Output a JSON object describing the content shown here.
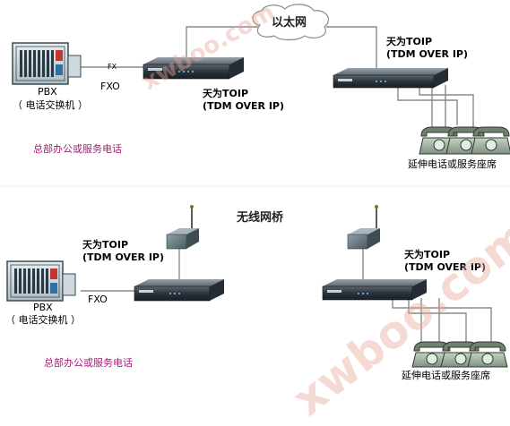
{
  "cloud_label": "以太网",
  "bridge_label": "无线网桥",
  "top": {
    "pbx_label": "PBX",
    "pbx_sub": "（ 电话交换机 ）",
    "fxo_label": "FXO",
    "fxo_small": "FX",
    "device_left_line1": "天为TOIP",
    "device_left_line2": "(TDM OVER IP)",
    "device_right_line1": "天为TOIP",
    "device_right_line2": "(TDM OVER IP)",
    "hq_label": "总部办公或服务电话",
    "ext_label": "延伸电话或服务座席"
  },
  "bottom": {
    "pbx_label": "PBX",
    "pbx_sub": "（ 电话交换机 ）",
    "fxo_label": "FXO",
    "device_left_line1": "天为TOIP",
    "device_left_line2": "(TDM OVER IP)",
    "device_right_line1": "天为TOIP",
    "device_right_line2": "(TDM OVER IP)",
    "hq_label": "总部办公或服务电话",
    "ext_label": "延伸电话或服务座席"
  },
  "watermark": "xwboo.com"
}
